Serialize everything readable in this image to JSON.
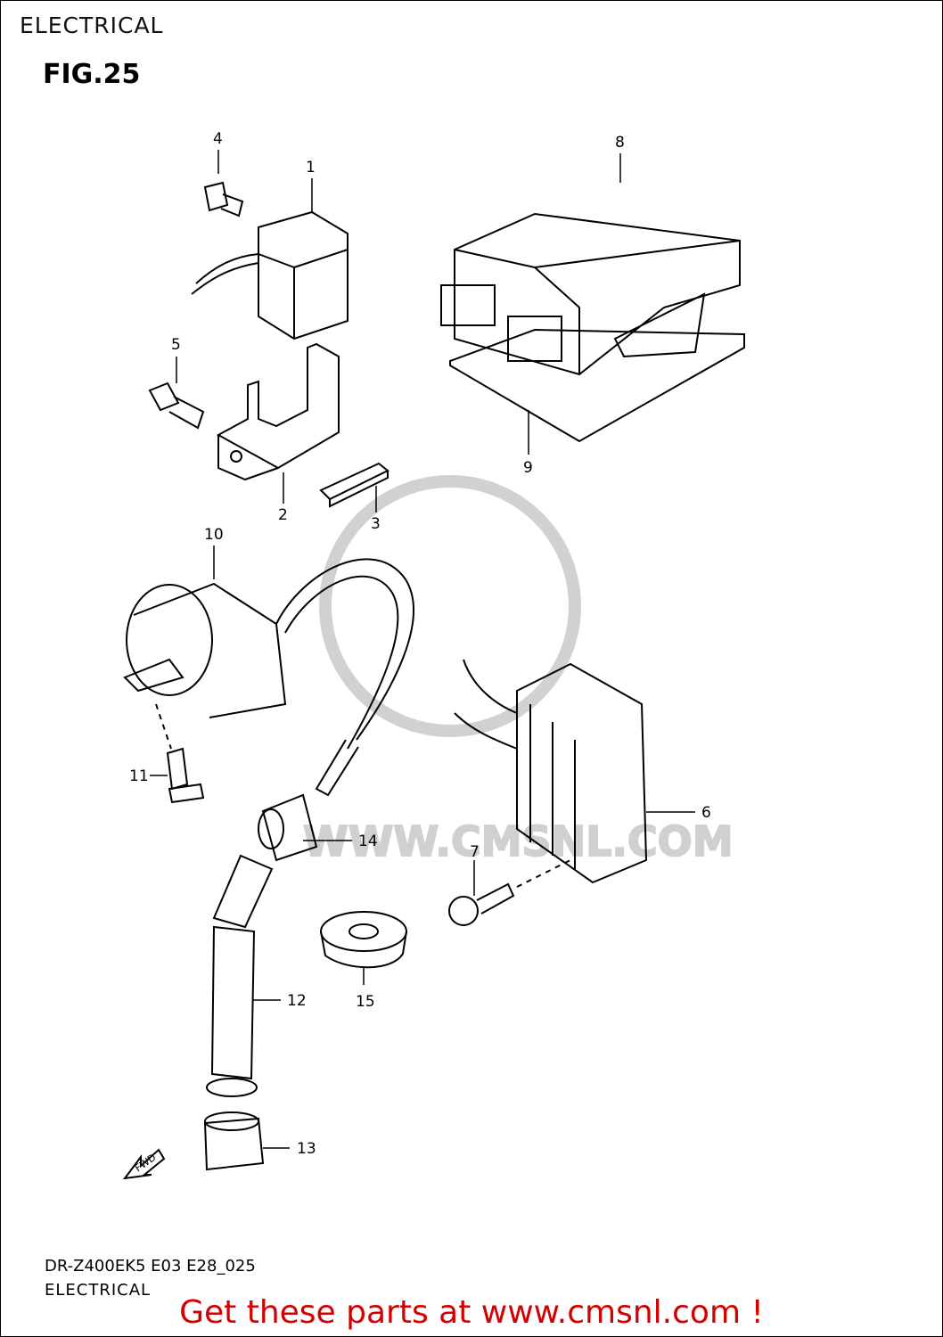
{
  "header": {
    "section_title": "ELECTRICAL",
    "figure_label": "FIG.25"
  },
  "diagram": {
    "callouts": [
      "1",
      "2",
      "3",
      "4",
      "5",
      "6",
      "7",
      "8",
      "9",
      "10",
      "11",
      "12",
      "13",
      "14",
      "15"
    ],
    "watermark": "WWW.CMSNL.COM",
    "direction_tag": "FWD"
  },
  "footer": {
    "model_code": "DR-Z400EK5 E03 E28_025",
    "section_title": "ELECTRICAL",
    "promo_text": "Get these parts at www.cmsnl.com !",
    "promo_color": "#d40000"
  }
}
